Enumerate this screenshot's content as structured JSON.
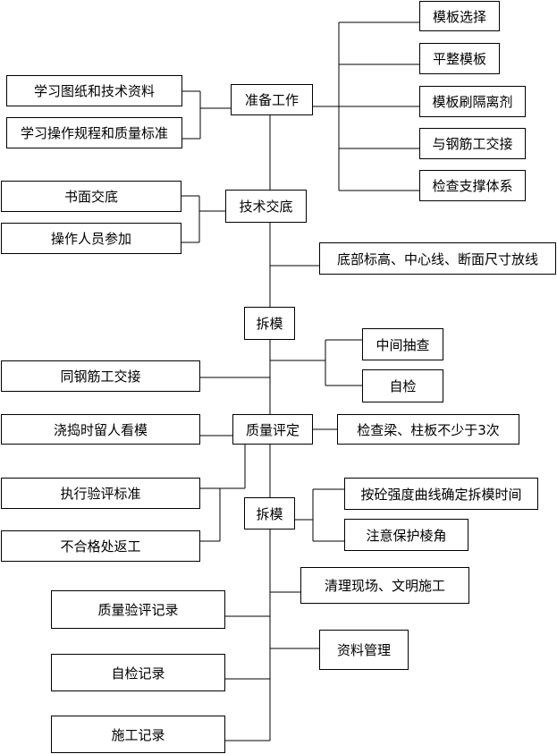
{
  "colors": {
    "line": "#000000",
    "box_border": "#000000",
    "background": "#ffffff"
  },
  "diagram": {
    "nodes": {
      "prep": "准备工作",
      "tech": "技术交底",
      "dismantle1": "拆模",
      "quality": "质量评定",
      "dismantle2": "拆模",
      "template_select": "模板选择",
      "flatten": "平整模板",
      "brush_release": "模板刷隔离剂",
      "handover_rebar_1": "与钢筋工交接",
      "check_support": "检查支撑体系",
      "study_drawings": "学习图纸和技术资料",
      "study_rules": "学习操作规程和质量标准",
      "written_brief": "书面交底",
      "operators_join": "操作人员参加",
      "layout_lines": "底部标高、中心线、断面尺寸放线",
      "mid_check": "中间抽查",
      "self_check": "自检",
      "handover_rebar_2": "同钢筋工交接",
      "watch_pour": "浇捣时留人看模",
      "check_beams": "检查梁、柱板不少于3次",
      "apply_standard": "执行验评标准",
      "rework": "不合格处返工",
      "strength_curve": "按砼强度曲线确定拆模时间",
      "protect_edges": "注意保护棱角",
      "clean_site": "清理现场、文明施工",
      "docs_mgmt": "资料管理",
      "quality_record": "质量验评记录",
      "self_record": "自检记录",
      "construction_record": "施工记录"
    }
  }
}
